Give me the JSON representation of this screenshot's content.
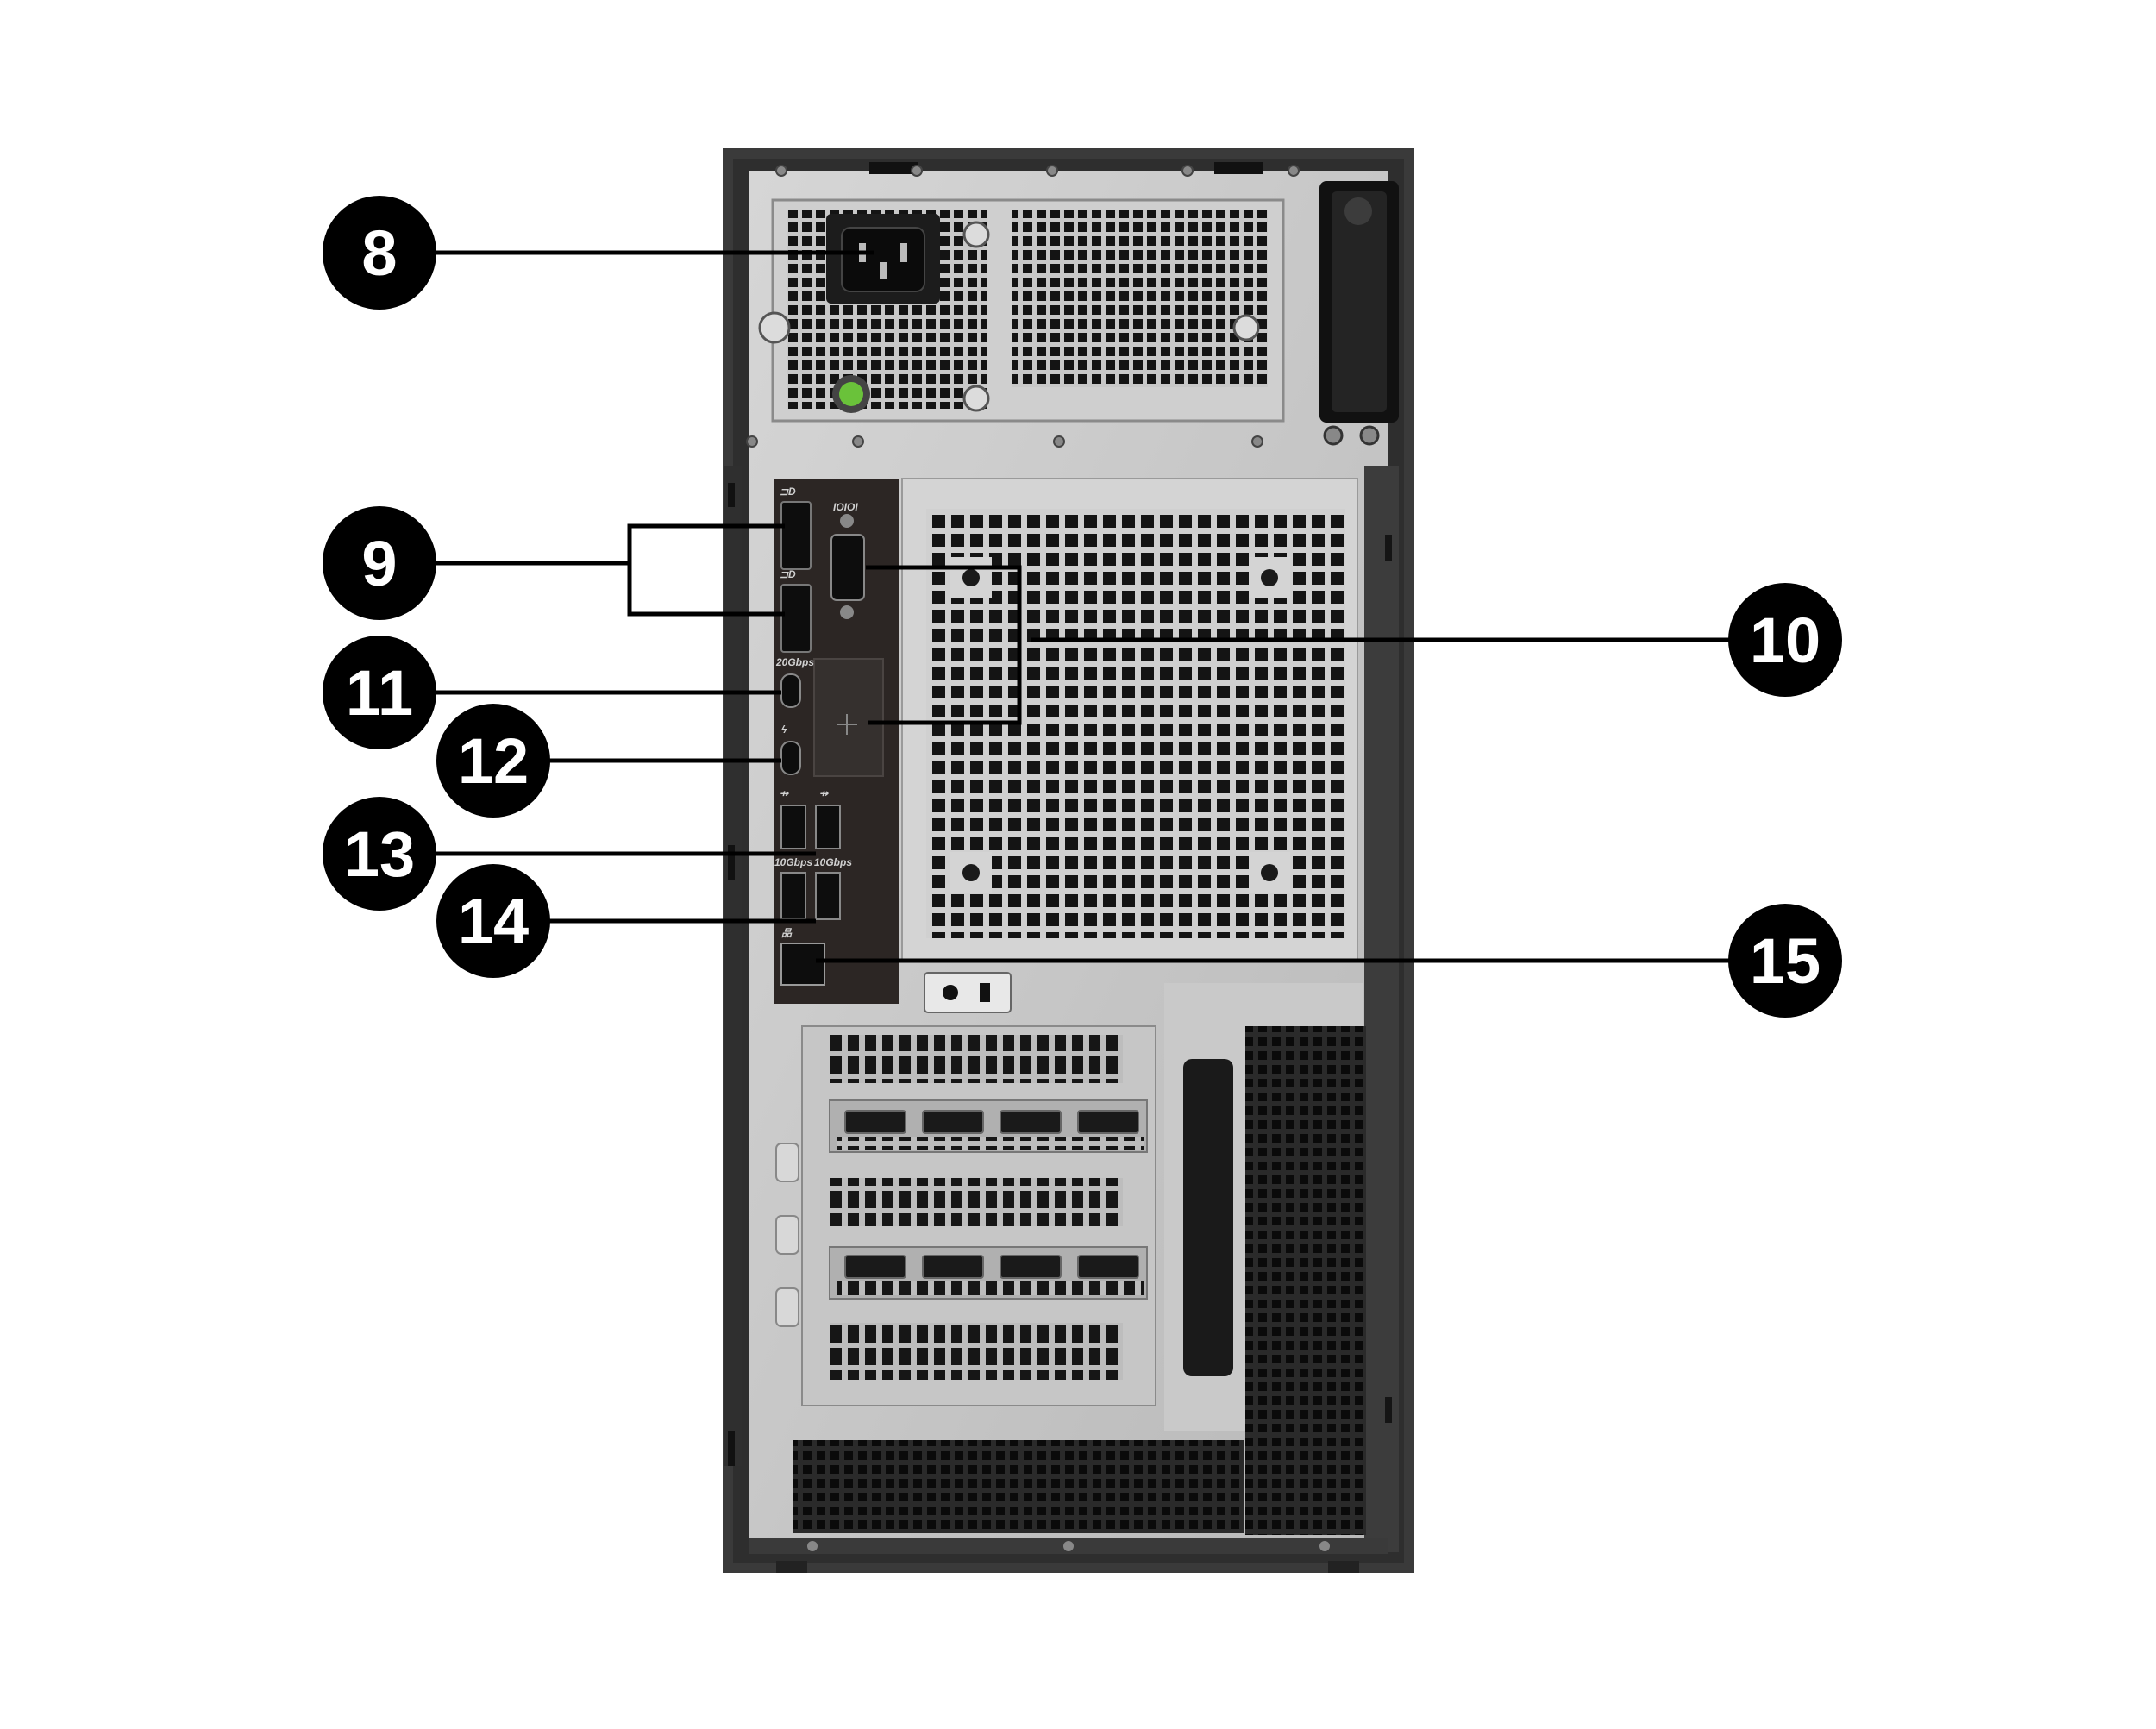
{
  "figure": {
    "colors": {
      "chassis_frame": "#3a3a3a",
      "panel_silver": "#c9c9c9",
      "io_plate": "#2c2624",
      "vent_hole": "#1a1a1a",
      "callout_fill": "#000000",
      "callout_text": "#ffffff",
      "leader_line": "#000000",
      "power_led": "#6ac23a"
    },
    "callouts": [
      {
        "number": "8",
        "target": "power-connector"
      },
      {
        "number": "9",
        "target": "displayport-ports"
      },
      {
        "number": "10",
        "target": "serial-port-and-optional-module"
      },
      {
        "number": "11",
        "target": "usb-c-20gbps-port"
      },
      {
        "number": "12",
        "target": "thunderbolt-usb-c-port"
      },
      {
        "number": "13",
        "target": "usb-a-ports-upper"
      },
      {
        "number": "14",
        "target": "usb-a-ports-lower"
      },
      {
        "number": "15",
        "target": "rj45-network-port"
      }
    ],
    "port_markings": {
      "serial": "IOIOI",
      "usb_c_speed": "20Gbps",
      "usb_a_speed_left": "10Gbps",
      "usb_a_speed_right": "10Gbps"
    },
    "icons": [
      "displayport-icon",
      "thunderbolt-icon",
      "usb-icon",
      "network-icon",
      "kensington-lock-icon",
      "padlock-ring-icon",
      "power-socket-icon"
    ]
  }
}
